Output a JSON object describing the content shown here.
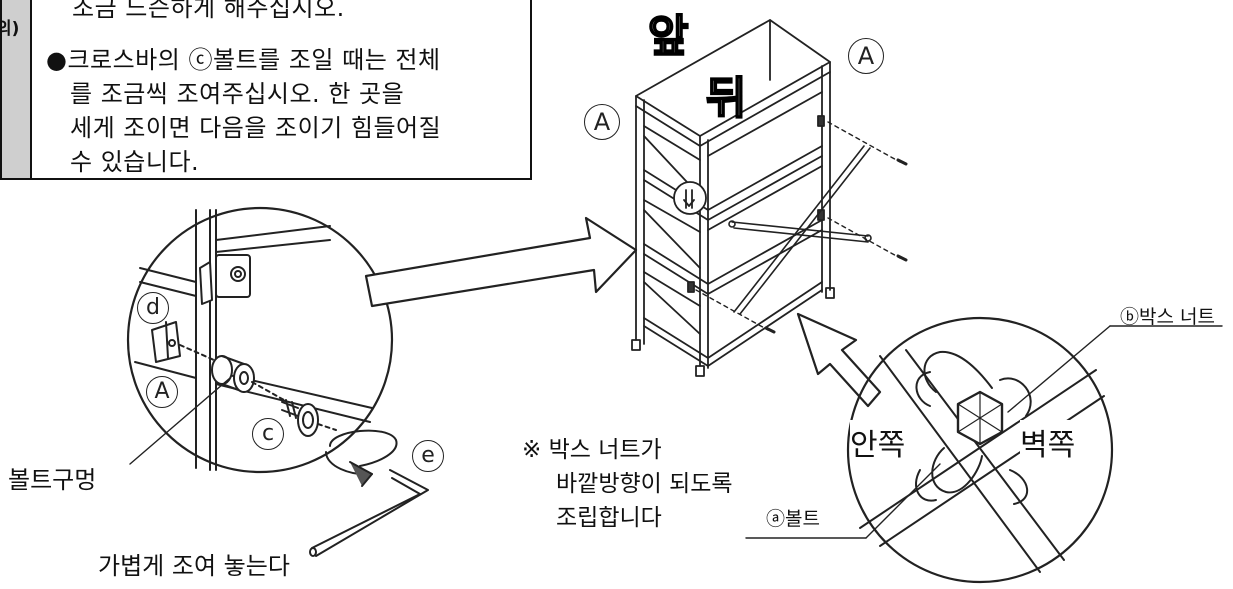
{
  "note": {
    "side_label": "의)",
    "line1": "조금 느슨하게 해주십시오.",
    "line2": "●크로스바의 ⓒ볼트를 조일 때는 전체",
    "line3": "를 조금씩 조여주십시오. 한 곳을",
    "line4": "세게 조이면 다음을 조이기 힘들어질",
    "line5": "수 있습니다."
  },
  "rack": {
    "front_label": "앞",
    "back_label": "뒤",
    "corner_a_left": "A",
    "corner_a_right": "A"
  },
  "detail": {
    "marker_d": "d",
    "marker_a": "A",
    "marker_c": "c",
    "marker_e": "e",
    "bolt_hole": "볼트구멍",
    "loose_tighten": "가볍게 조여 놓는다"
  },
  "nut_detail": {
    "box_nut": "ⓑ박스 너트",
    "inner": "안쪽",
    "wall": "벽쪽",
    "bolt": "ⓐ볼트"
  },
  "caution": {
    "line1": "※ 박스 너트가",
    "line2": "바깥방향이 되도록",
    "line3": "조립합니다"
  }
}
